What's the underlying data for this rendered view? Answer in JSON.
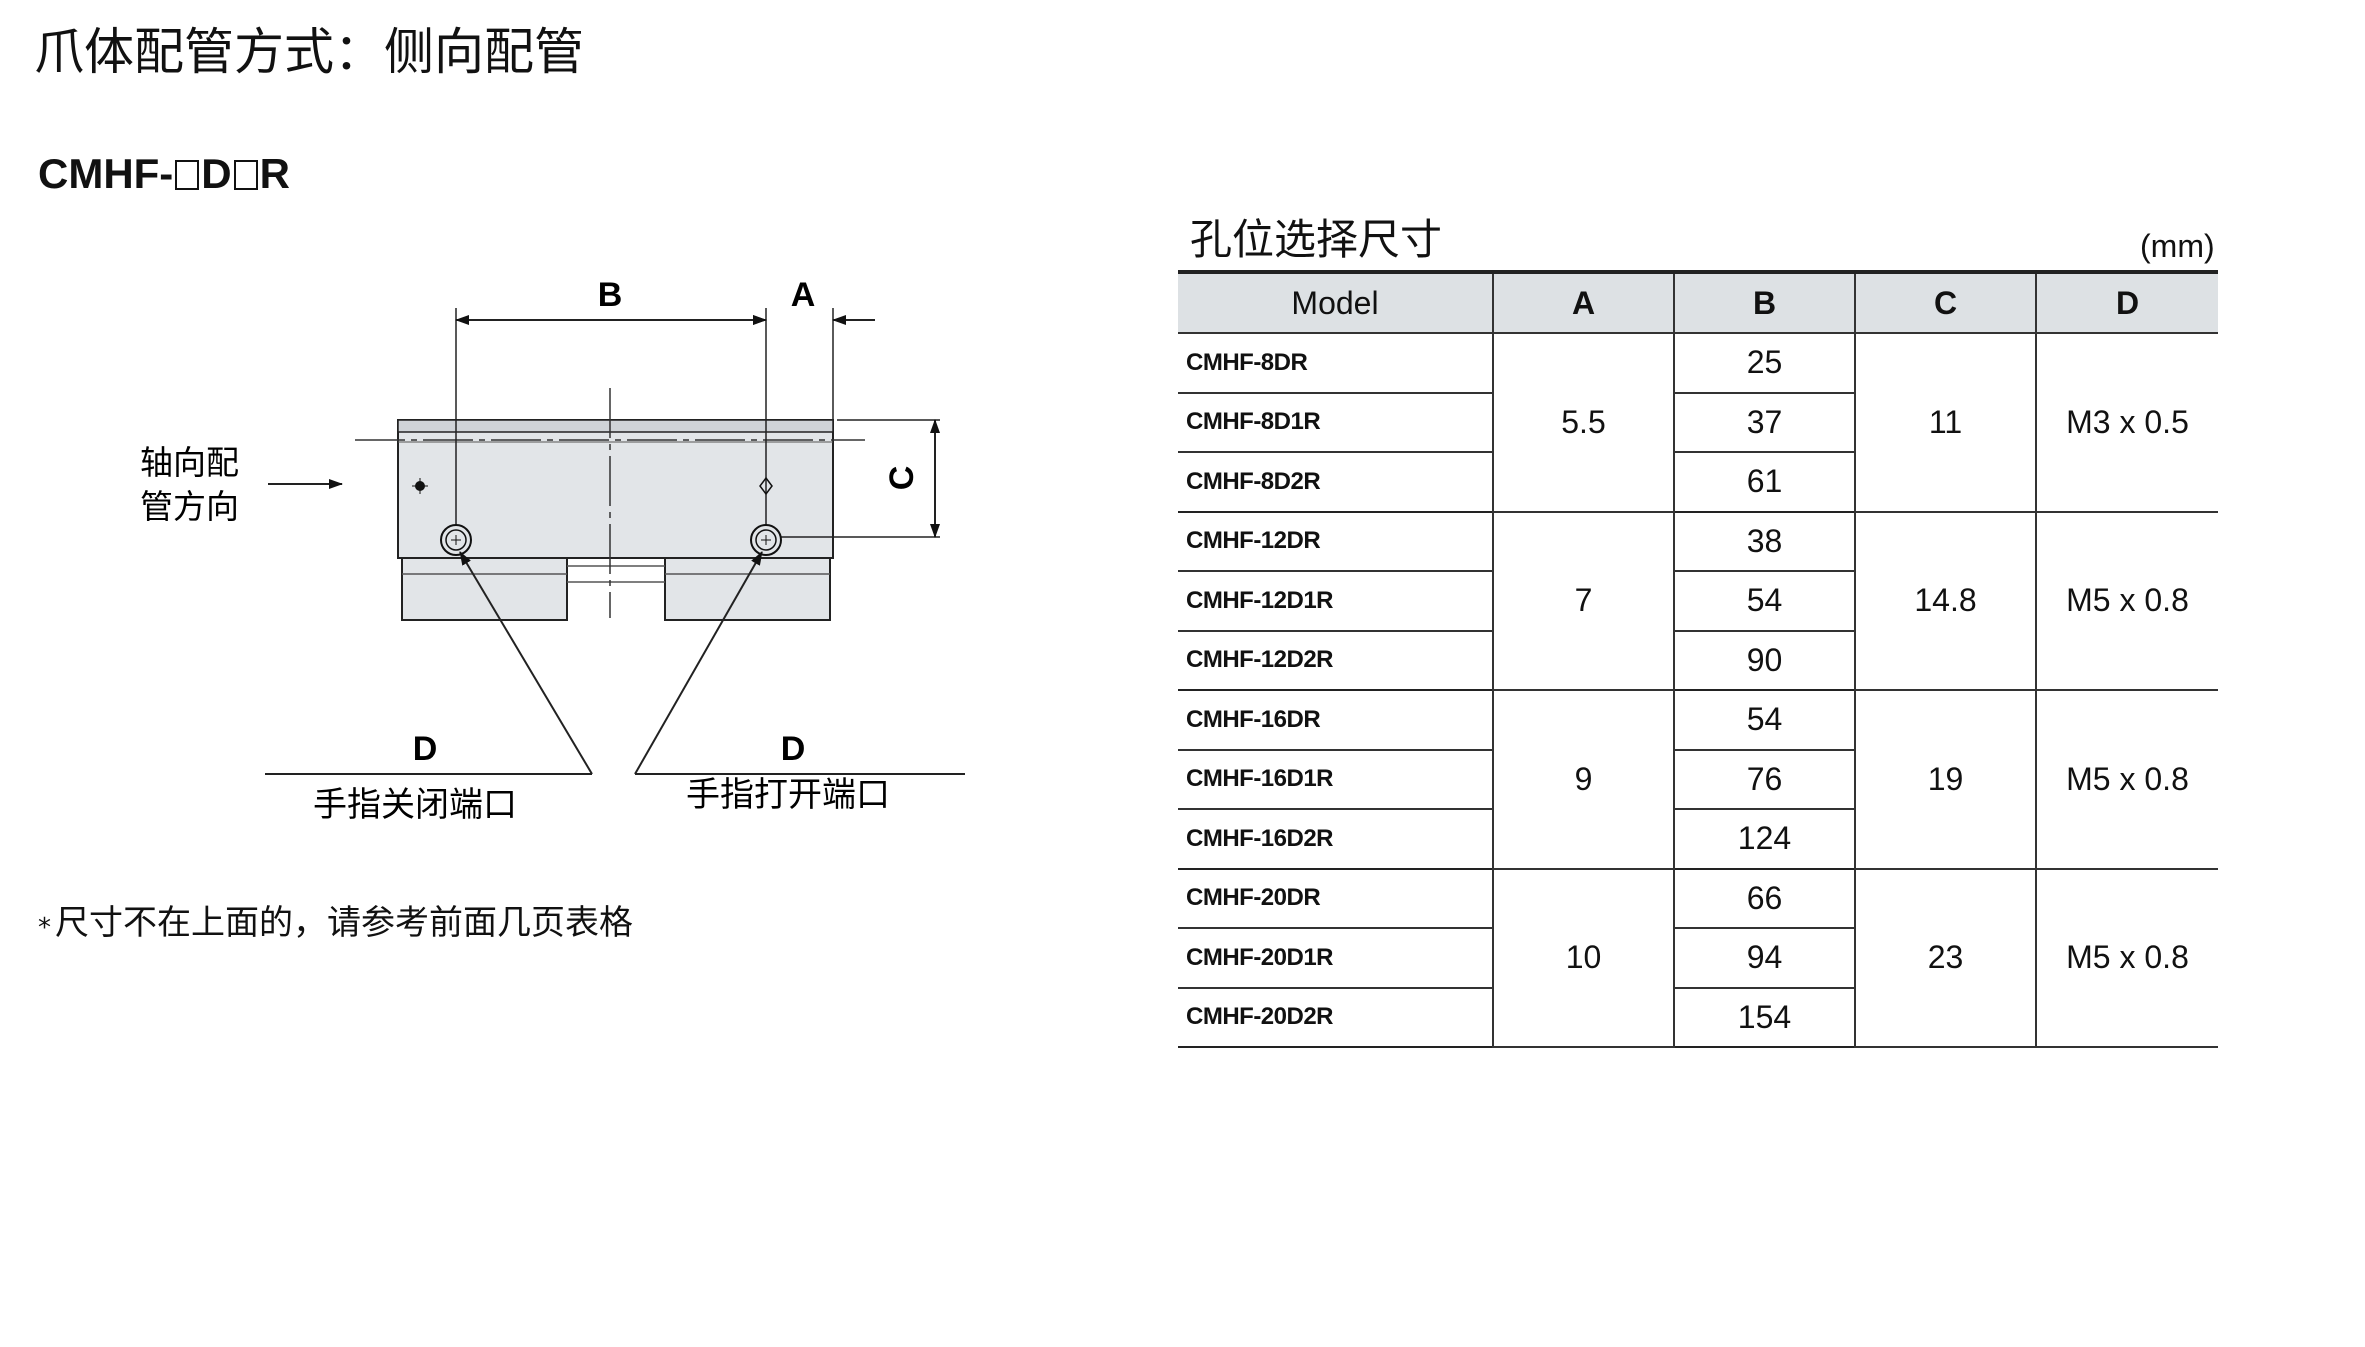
{
  "page_title": "爪体配管方式：侧向配管",
  "model_code": {
    "prefix": "CMHF-",
    "middle": "D",
    "suffix": "R"
  },
  "drawing": {
    "dim_a": "A",
    "dim_b": "B",
    "dim_c": "C",
    "port_left_letter": "D",
    "port_right_letter": "D",
    "axial_label_line1": "轴向配",
    "axial_label_line2": "管方向",
    "port_left_label": "手指关闭端口",
    "port_right_label": "手指打开端口"
  },
  "note": {
    "mark": "*",
    "text": "尺寸不在上面的，请参考前面几页表格"
  },
  "table": {
    "title": "孔位选择尺寸",
    "unit": "(mm)",
    "headers": [
      "Model",
      "A",
      "B",
      "C",
      "D"
    ],
    "groups": [
      {
        "a": "5.5",
        "c": "11",
        "d": "M3 x 0.5",
        "rows": [
          {
            "model": "CMHF-8DR",
            "b": "25"
          },
          {
            "model": "CMHF-8D1R",
            "b": "37"
          },
          {
            "model": "CMHF-8D2R",
            "b": "61"
          }
        ]
      },
      {
        "a": "7",
        "c": "14.8",
        "d": "M5 x 0.8",
        "rows": [
          {
            "model": "CMHF-12DR",
            "b": "38"
          },
          {
            "model": "CMHF-12D1R",
            "b": "54"
          },
          {
            "model": "CMHF-12D2R",
            "b": "90"
          }
        ]
      },
      {
        "a": "9",
        "c": "19",
        "d": "M5 x 0.8",
        "rows": [
          {
            "model": "CMHF-16DR",
            "b": "54"
          },
          {
            "model": "CMHF-16D1R",
            "b": "76"
          },
          {
            "model": "CMHF-16D2R",
            "b": "124"
          }
        ]
      },
      {
        "a": "10",
        "c": "23",
        "d": "M5 x 0.8",
        "rows": [
          {
            "model": "CMHF-20DR",
            "b": "66"
          },
          {
            "model": "CMHF-20D1R",
            "b": "94"
          },
          {
            "model": "CMHF-20D2R",
            "b": "154"
          }
        ]
      }
    ]
  }
}
